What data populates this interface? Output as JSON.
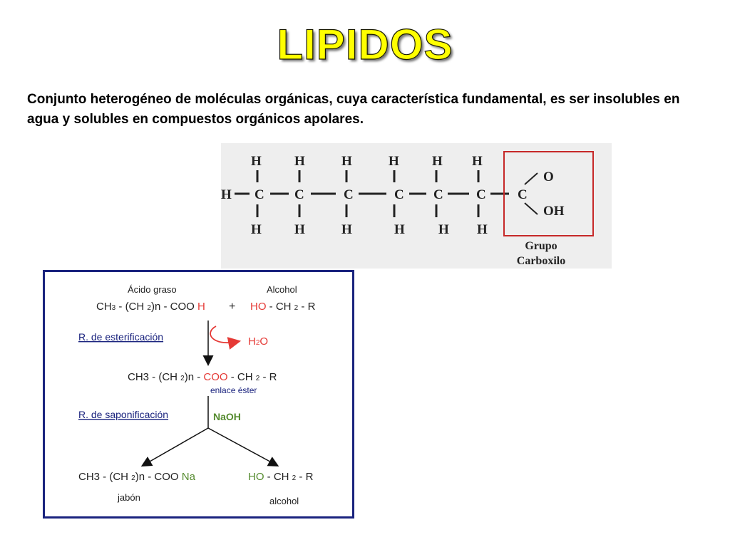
{
  "slide": {
    "title": "LIPIDOS",
    "description": "Conjunto heterogéneo de moléculas orgánicas, cuya característica fundamental, es ser insolubles en agua y solubles en compuestos orgánicos apolares."
  },
  "chain_figure": {
    "atoms": {
      "H": "H",
      "C": "C",
      "O": "O",
      "OH": "OH"
    },
    "group_label_line1": "Grupo",
    "group_label_line2": "Carboxilo"
  },
  "reaction": {
    "fatty_acid_label": "Ácido graso",
    "alcohol_label": "Alcohol",
    "acid_formula_a": "CH",
    "acid_formula_b": "3",
    "acid_formula_c": " - (CH ",
    "acid_formula_d": "2",
    "acid_formula_e": ")n - COO ",
    "acid_h": "H",
    "plus": "+",
    "alcohol_ho": "HO",
    "alcohol_rest_a": " - CH ",
    "alcohol_rest_b": "2",
    "alcohol_rest_c": " - R",
    "esterification_label": "R. de esterificación",
    "water_a": "H",
    "water_b": "2",
    "water_c": "O",
    "ester_a": "CH3 - (CH ",
    "ester_b": "2",
    "ester_c": ")n - ",
    "ester_coo": "COO",
    "ester_d": " -   CH ",
    "ester_e": "2",
    "ester_f": " - R",
    "ester_bond_label": "enlace éster",
    "saponification_label": "R. de saponificación",
    "base": "NaOH",
    "soap_a": "CH3 - (CH ",
    "soap_b": "2",
    "soap_c": ")n - COO ",
    "soap_na": "Na",
    "prod_ho": "HO",
    "prod_a": " - CH ",
    "prod_b": "2",
    "prod_c": " - R",
    "soap_label": "jabón",
    "alcohol_product_label": "alcohol"
  },
  "colors": {
    "title_fill": "#ffff00",
    "frame": "#1a237e",
    "highlight_red": "#e53935",
    "highlight_green": "#558b2f",
    "bond_label_blue": "#1a237e",
    "chain_box_red": "#c62828"
  }
}
